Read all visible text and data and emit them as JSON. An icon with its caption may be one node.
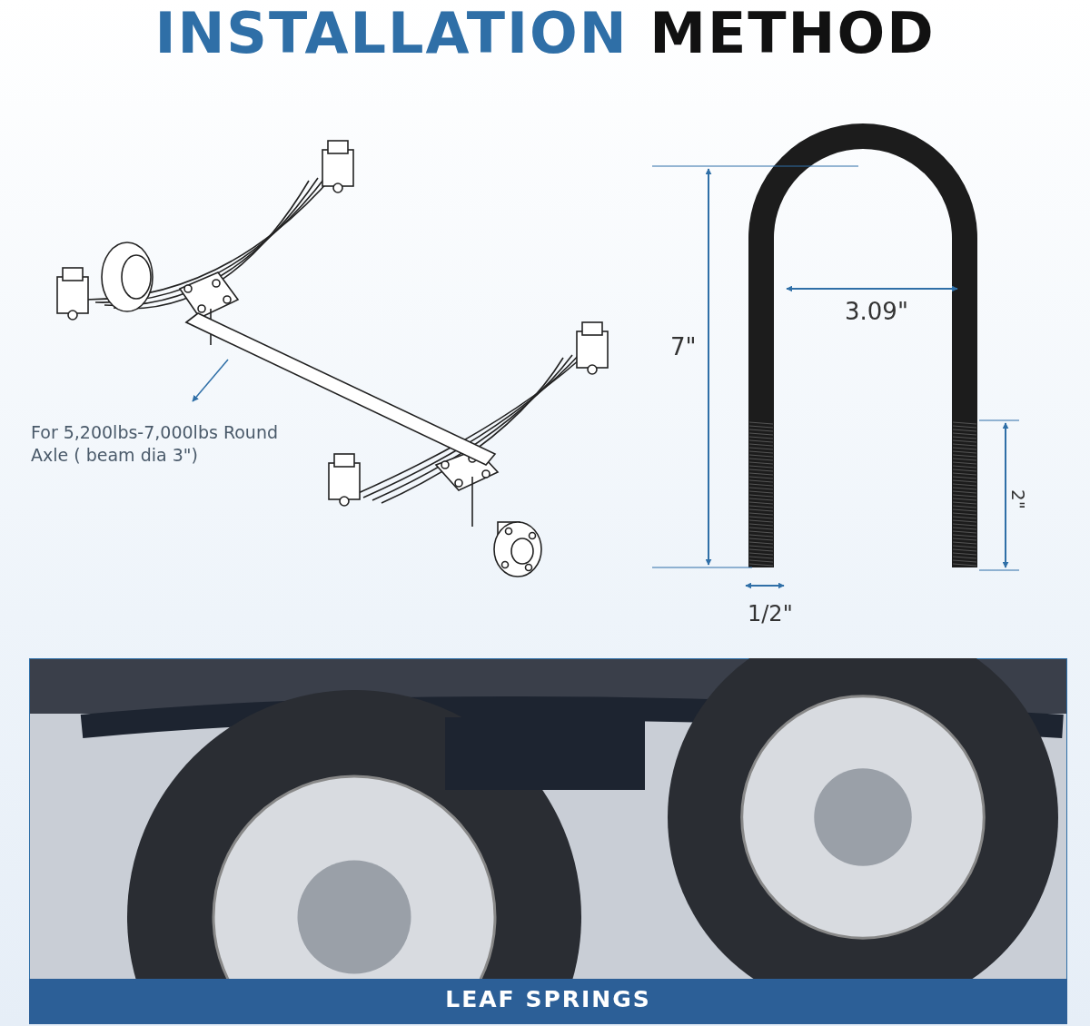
{
  "diagram": {
    "title": "INSTALLATION METHOD",
    "nodes": [
      {
        "text": [
          "For 5,200lbs-7,000lbs Round Axle ( beam dia 3\")"
        ]
      },
      {
        "text": [],
        "shape": "bar"
      }
    ],
    "edges": [
      {
        "from": 1,
        "to": 0,
        "arrow": "to"
      }
    ],
    "labels": [
      "7\"",
      "3.09\"",
      "2\"",
      "1/2\"",
      "LEAF SPRINGS"
    ]
  }
}
